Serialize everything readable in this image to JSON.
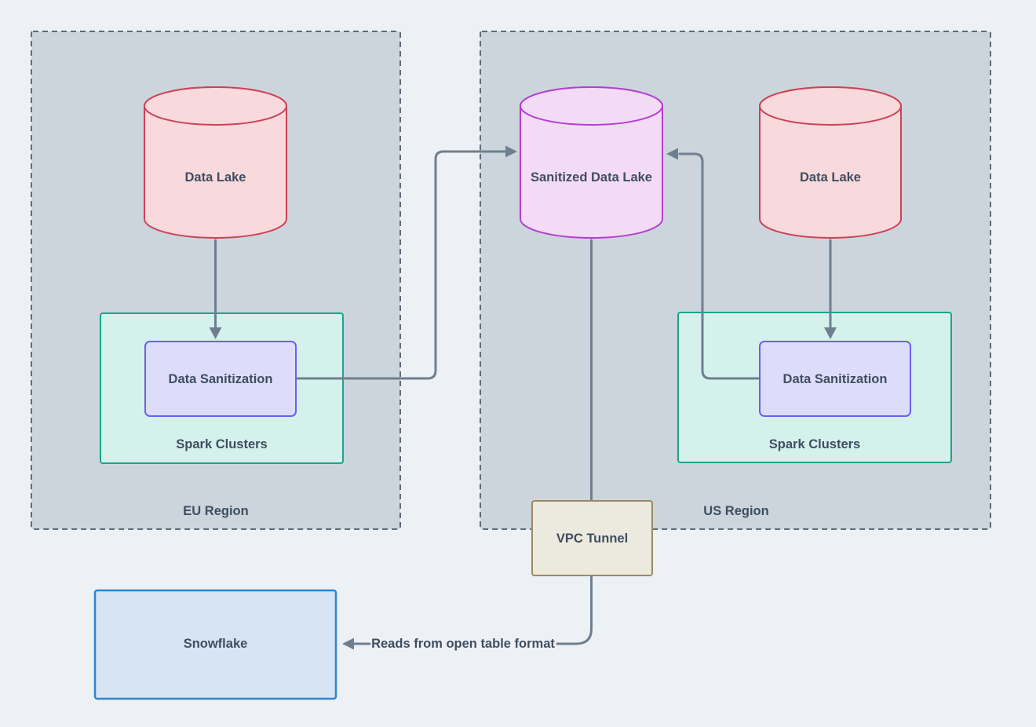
{
  "regions": {
    "eu": {
      "label": "EU Region"
    },
    "us": {
      "label": "US Region"
    }
  },
  "nodes": {
    "eu_data_lake": {
      "label": "Data Lake",
      "shape": "cylinder"
    },
    "eu_spark_clusters": {
      "label": "Spark Clusters",
      "shape": "container"
    },
    "eu_data_sanitization": {
      "label": "Data Sanitization",
      "shape": "rect"
    },
    "sanitized_data_lake": {
      "label": "Sanitized Data Lake",
      "shape": "cylinder"
    },
    "us_data_lake": {
      "label": "Data Lake",
      "shape": "cylinder"
    },
    "us_spark_clusters": {
      "label": "Spark Clusters",
      "shape": "container"
    },
    "us_data_sanitization": {
      "label": "Data Sanitization",
      "shape": "rect"
    },
    "vpc_tunnel": {
      "label": "VPC Tunnel",
      "shape": "rect"
    },
    "snowflake": {
      "label": "Snowflake",
      "shape": "rect"
    }
  },
  "edges": {
    "eu_lake_to_sanitization": {
      "label": ""
    },
    "us_lake_to_sanitization": {
      "label": ""
    },
    "eu_sanitization_to_lake": {
      "label": ""
    },
    "us_sanitization_to_lake": {
      "label": ""
    },
    "sanitized_lake_to_vpc": {
      "label": ""
    },
    "vpc_to_snowflake": {
      "label": "Reads from open table format"
    }
  },
  "colors": {
    "page_bg": "#edf1f5",
    "region_fill": "#ccd5dc",
    "region_border": "#5d6b7a",
    "data_lake_fill": "#f8d9dc",
    "data_lake_stroke": "#cc4257",
    "sanitized_lake_fill": "#f3dbf6",
    "sanitized_lake_stroke": "#b43fcf",
    "spark_fill": "#d5f1ec",
    "spark_stroke": "#1aa68c",
    "sanitization_fill": "#dedcfb",
    "sanitization_stroke": "#6a60ee",
    "vpc_fill": "#eceade",
    "vpc_stroke": "#9b8a62",
    "snowflake_fill": "#d6e4f3",
    "snowflake_stroke": "#2e86d1",
    "edge": "#6e7f90",
    "text": "#3e4e60"
  }
}
